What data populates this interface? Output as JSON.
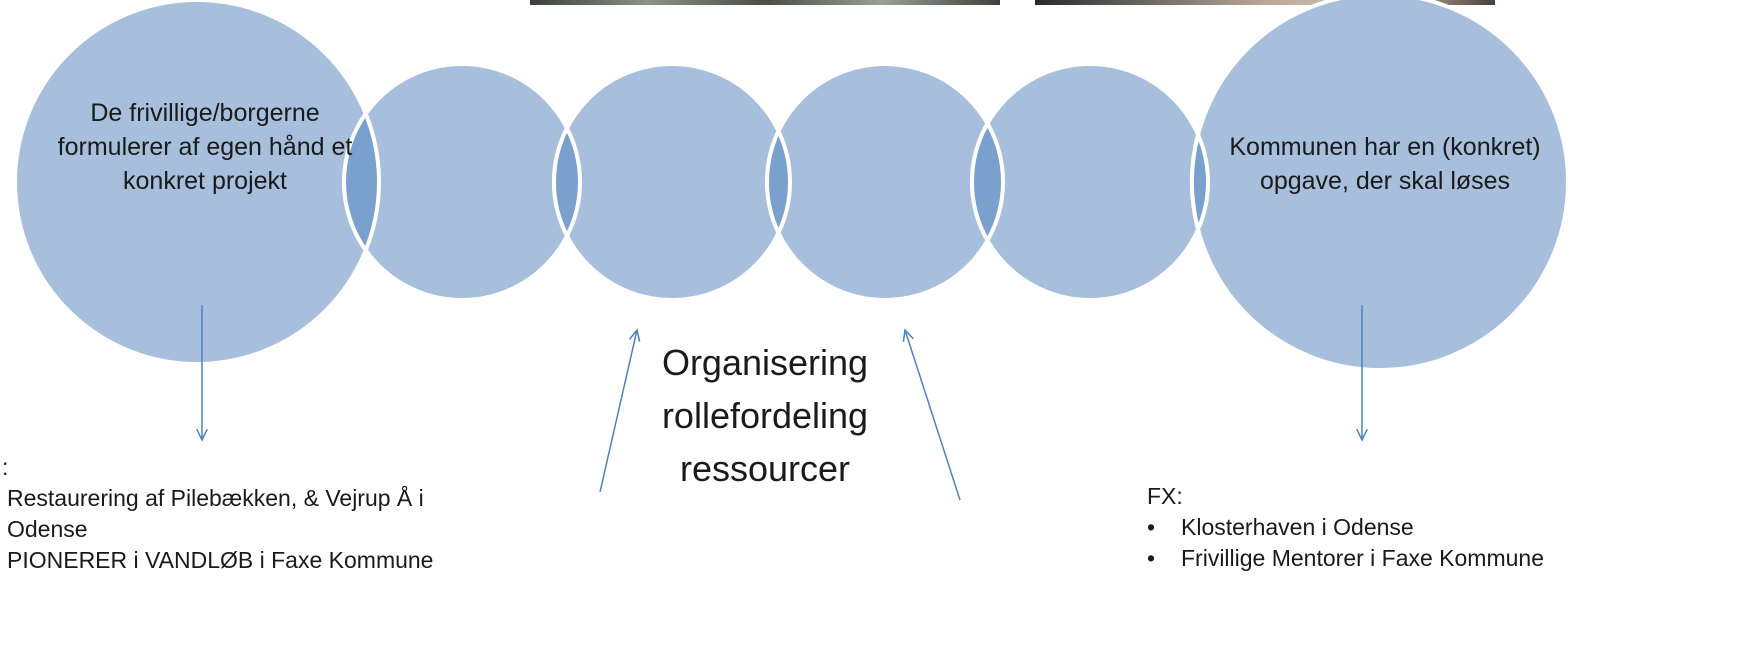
{
  "left_circle": {
    "text": "De frivillige/borgerne formulerer af egen hånd et konkret projekt"
  },
  "right_circle": {
    "text": "Kommunen har en (konkret) opgave, der skal løses"
  },
  "center_label": {
    "text": "Organisering rollefordeling ressourcer"
  },
  "left_examples": {
    "prefix": ":",
    "items": [
      "Restaurering af Pilebækken, & Vejrup Å i Odense",
      "PIONERER i VANDLØB i Faxe Kommune"
    ]
  },
  "right_examples": {
    "prefix": "FX:",
    "bullet": "•",
    "items": [
      "Klosterhaven i Odense",
      "Frivillige Mentorer i Faxe Kommune"
    ]
  },
  "colors": {
    "circle_fill": "#a7bfdd",
    "overlap_fill": "#7aa0cd",
    "arrow": "#4f81bd",
    "circle_stroke": "#ffffff"
  }
}
